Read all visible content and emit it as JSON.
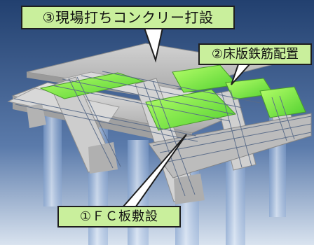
{
  "labels": {
    "cast_in_place_concrete": "③現場打ちコンクリー打設",
    "slab_rebar_placement": "②床版鉄筋配置",
    "fc_board_laying": "①ＦＣ板敷設"
  },
  "colors": {
    "callout_fill": "#c9ef9c",
    "background_top": "#22406f",
    "background_bottom": "#d9e3ef",
    "fc_board_green": "#7fe84f",
    "concrete_gray": "#c3c3c3"
  }
}
